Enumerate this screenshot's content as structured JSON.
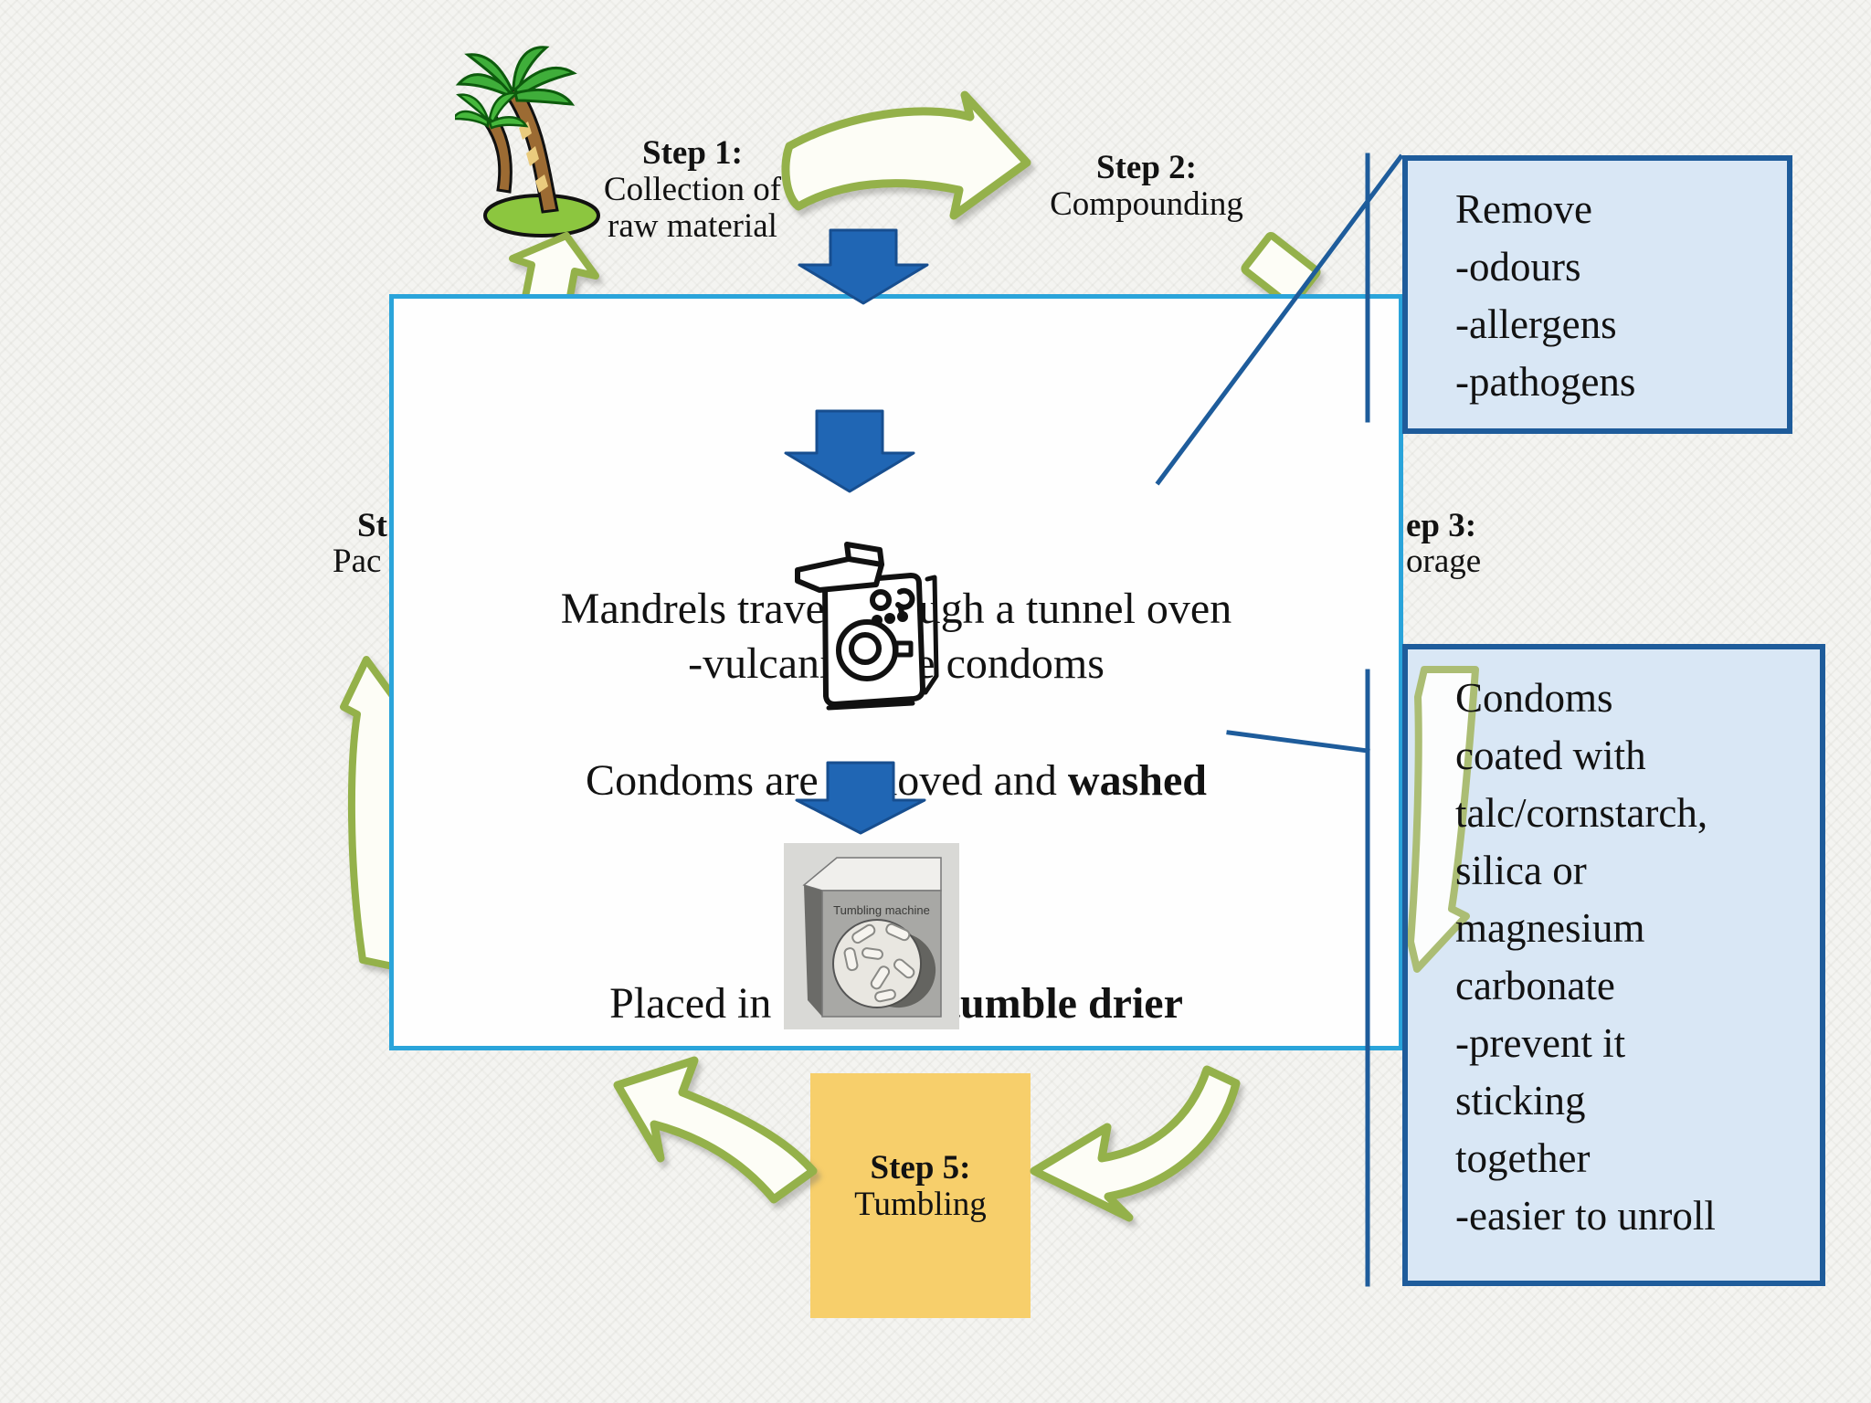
{
  "steps": {
    "step1": {
      "title": "Step 1:",
      "line2": "Collection of",
      "line3": "raw material"
    },
    "step2": {
      "title": "Step 2:",
      "line2": "Compounding"
    },
    "step3_partial": {
      "title_fragment": "ep 3:",
      "line2_fragment": "orage"
    },
    "step5": {
      "title": "Step 5:",
      "line2": "Tumbling"
    },
    "step6_partial": {
      "title_fragment": "St",
      "line2_fragment": "Pac"
    }
  },
  "process_box": {
    "line1": "Mandrels travel through a tunnel oven",
    "line2": "-vulcanize the condoms",
    "line3_prefix": "Condoms are removed and ",
    "line3_bold": "washed",
    "line4_prefix": "Placed in a special ",
    "line4_bold": "tumble drier"
  },
  "callout_remove": {
    "lines": [
      "Remove",
      "-odours",
      "-allergens",
      "-pathogens"
    ]
  },
  "callout_coating": {
    "lines": [
      "Condoms",
      "coated with",
      "talc/cornstarch,",
      "silica or",
      "magnesium",
      "carbonate",
      "-prevent it",
      "sticking",
      "together",
      "-easier to unroll"
    ]
  },
  "tumbling_machine_label": "Tumbling machine",
  "icons": {
    "palm_tree": "palm-tree-icon",
    "washing_machine": "washing-machine-icon",
    "tumbling_machine": "tumbling-machine-image"
  },
  "colors": {
    "process_box_border": "#2AA4DA",
    "callout_border": "#1E5C9B",
    "callout_fill": "#D9E7F5",
    "leader_line": "#1E5C9B",
    "blue_arrow": "#2066B4",
    "green_arrow_stroke": "#94B14A",
    "green_arrow_fill": "#FDFDF6",
    "step5_box_fill": "#F7CF6B",
    "background": "#f4f4f1"
  }
}
